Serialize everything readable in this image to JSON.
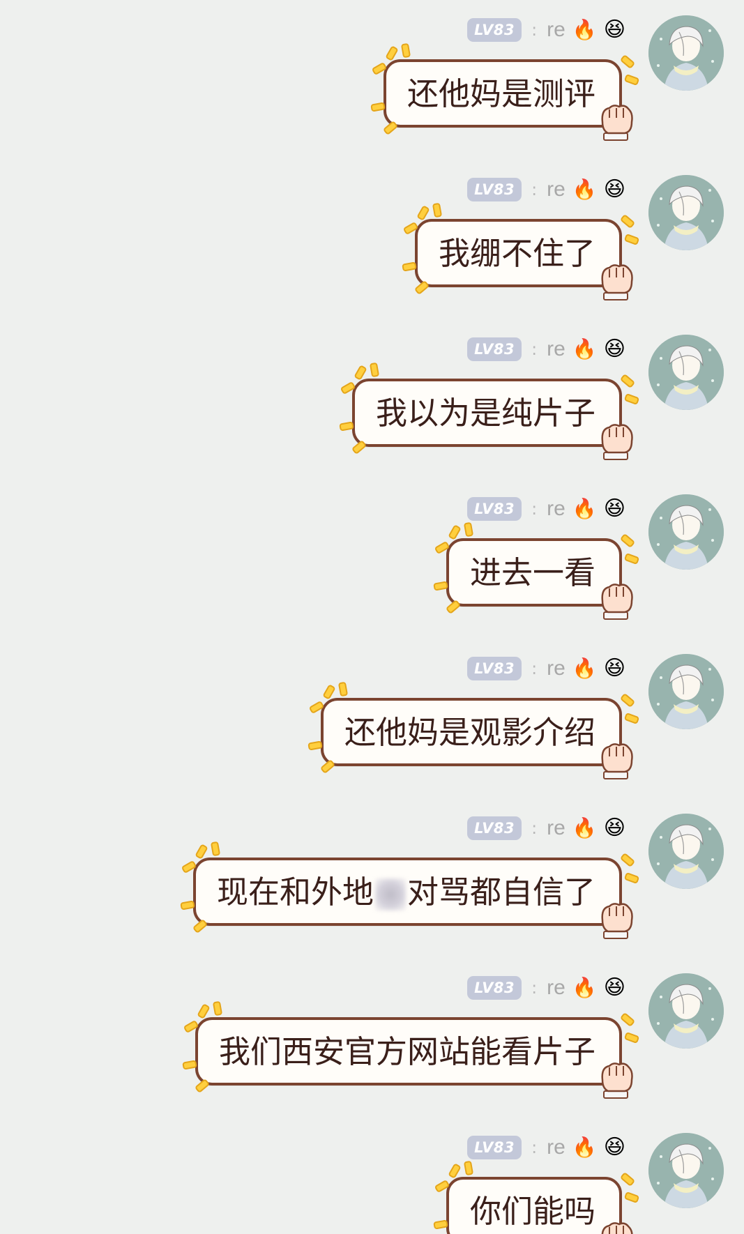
{
  "colors": {
    "background": "#eef0ee",
    "bubble_fill": "#fffdf9",
    "bubble_border": "#7b4430",
    "level_badge": "#c3c8d9",
    "spark": "#ffcf3e"
  },
  "messages": [
    {
      "level": "LV83",
      "separator": ":",
      "nickname": "re",
      "icons": [
        "flame-icon",
        "smiling-face-icon"
      ],
      "text": "还他妈是测评"
    },
    {
      "level": "LV83",
      "separator": ":",
      "nickname": "re",
      "icons": [
        "flame-icon",
        "smiling-face-icon"
      ],
      "text": "我绷不住了"
    },
    {
      "level": "LV83",
      "separator": ":",
      "nickname": "re",
      "icons": [
        "flame-icon",
        "smiling-face-icon"
      ],
      "text": "我以为是纯片子"
    },
    {
      "level": "LV83",
      "separator": ":",
      "nickname": "re",
      "icons": [
        "flame-icon",
        "smiling-face-icon"
      ],
      "text": "进去一看"
    },
    {
      "level": "LV83",
      "separator": ":",
      "nickname": "re",
      "icons": [
        "flame-icon",
        "smiling-face-icon"
      ],
      "text": "还他妈是观影介绍"
    },
    {
      "level": "LV83",
      "separator": ":",
      "nickname": "re",
      "icons": [
        "flame-icon",
        "smiling-face-icon"
      ],
      "text_before": "现在和外地",
      "text_after": "对骂都自信了"
    },
    {
      "level": "LV83",
      "separator": ":",
      "nickname": "re",
      "icons": [
        "flame-icon",
        "smiling-face-icon"
      ],
      "text": "我们西安官方网站能看片子"
    },
    {
      "level": "LV83",
      "separator": ":",
      "nickname": "re",
      "icons": [
        "flame-icon",
        "smiling-face-icon"
      ],
      "text": "你们能吗"
    }
  ]
}
